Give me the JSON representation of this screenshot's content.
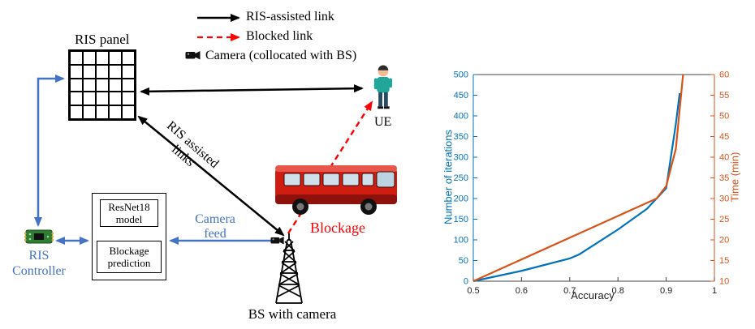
{
  "figure": {
    "legend": {
      "ris_assisted": "RIS-assisted link",
      "blocked": "Blocked link",
      "camera": "Camera (collocated with BS)"
    },
    "labels": {
      "ris_panel": "RIS panel",
      "ue": "UE",
      "ris_assisted_links": "RIS assisted links",
      "blockage": "Blockage",
      "bs_with_camera": "BS with camera",
      "ris_controller": "RIS Controller",
      "camera_feed": "Camera feed",
      "resnet18_model": "ResNet18 model",
      "blockage_prediction": "Blockage prediction"
    },
    "colors": {
      "link_blue": "#4472c4",
      "blocked_red": "#ff0000",
      "bus_red": "#cf1d12"
    }
  },
  "chart_data": {
    "type": "line",
    "title": "",
    "xlabel": "Accuracy",
    "ylabel_left": "Number of iterations",
    "ylabel_right": "Time (min)",
    "xlim": [
      0.5,
      1
    ],
    "xticks": [
      0.5,
      0.6,
      0.7,
      0.8,
      0.9,
      1
    ],
    "xtick_labels": [
      "0.5",
      "0.6",
      "0.7",
      "0.8",
      "0.9",
      "1"
    ],
    "ylim_left": [
      0,
      500
    ],
    "yticks_left": [
      0,
      50,
      100,
      150,
      200,
      250,
      300,
      350,
      400,
      450,
      500
    ],
    "ylim_right": [
      10,
      60
    ],
    "yticks_right": [
      10,
      15,
      20,
      25,
      30,
      35,
      40,
      45,
      50,
      55,
      60
    ],
    "grid": false,
    "legend_position": "none",
    "series": [
      {
        "name": "Number of iterations",
        "axis": "left",
        "color": "#0072bd",
        "points": [
          [
            0.5,
            0
          ],
          [
            0.6,
            25
          ],
          [
            0.7,
            55
          ],
          [
            0.72,
            65
          ],
          [
            0.8,
            125
          ],
          [
            0.86,
            175
          ],
          [
            0.9,
            225
          ],
          [
            0.92,
            380
          ],
          [
            0.928,
            455
          ]
        ]
      },
      {
        "name": "Time (min)",
        "axis": "right",
        "color": "#d95319",
        "points": [
          [
            0.5,
            10
          ],
          [
            0.88,
            30
          ],
          [
            0.9,
            33
          ],
          [
            0.92,
            42
          ],
          [
            0.935,
            60
          ]
        ]
      }
    ]
  }
}
